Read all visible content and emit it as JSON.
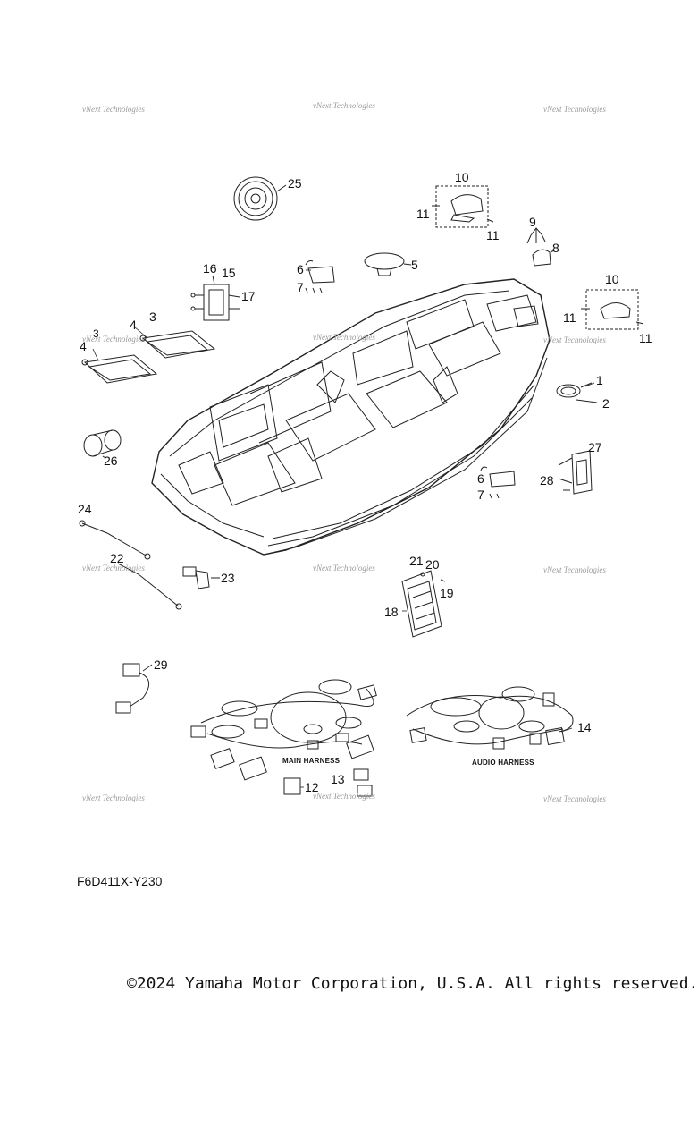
{
  "watermark_text": "vNext Technologies",
  "diagram_code": "F6D411X-Y230",
  "copyright": "©2024 Yamaha Motor Corporation, U.S.A. All rights reserved.",
  "harness_labels": {
    "main": "MAIN HARNESS",
    "audio": "AUDIO HARNESS"
  },
  "callouts": {
    "c25": "25",
    "c10a": "10",
    "c11a": "11",
    "c11b": "11",
    "c9": "9",
    "c8": "8",
    "c16": "16",
    "c15": "15",
    "c17": "17",
    "c6a": "6",
    "c7a": "7",
    "c5": "5",
    "c10b": "10",
    "c11c": "11",
    "c11d": "11",
    "c4a": "4",
    "c3a": "3",
    "c3b": "3",
    "c4b": "4",
    "c1": "1",
    "c2": "2",
    "c26": "26",
    "c27": "27",
    "c28": "28",
    "c6b": "6",
    "c7b": "7",
    "c24": "24",
    "c22": "22",
    "c23": "23",
    "c21": "21",
    "c20": "20",
    "c19": "19",
    "c18": "18",
    "c29": "29",
    "c14": "14",
    "c13": "13",
    "c12": "12"
  }
}
